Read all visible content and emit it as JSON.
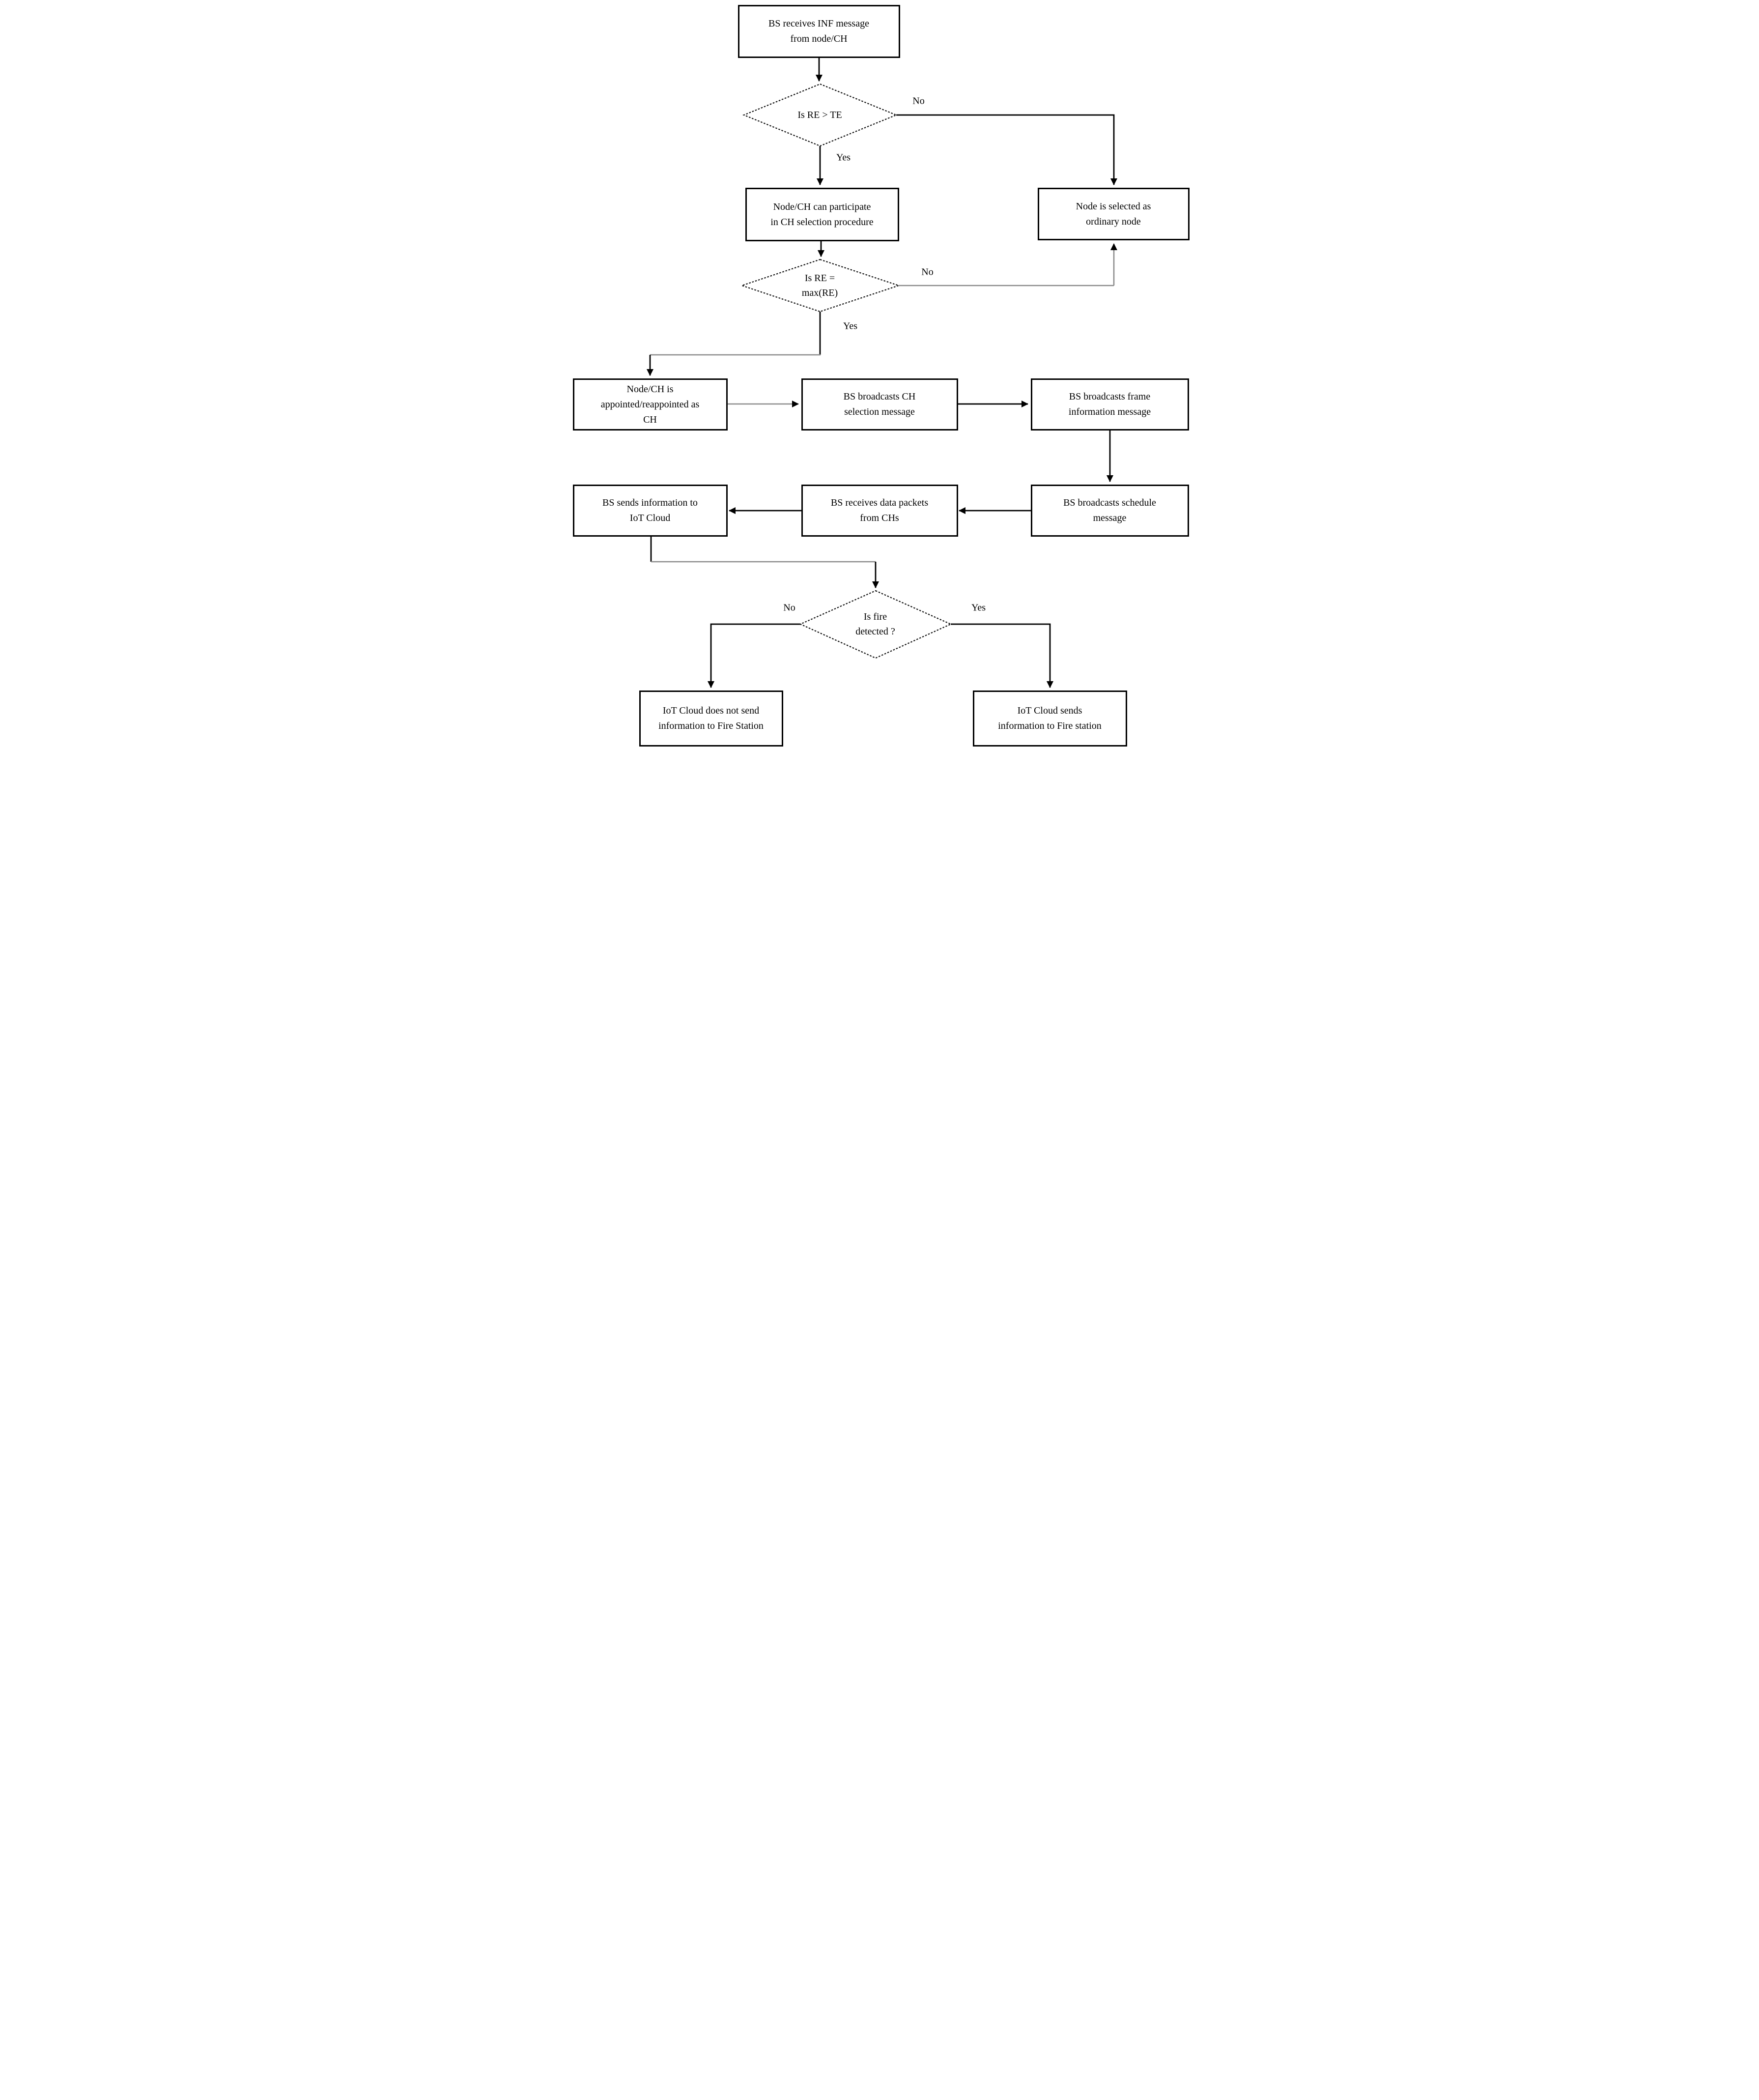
{
  "flowchart": {
    "nodes": {
      "start": {
        "label": "BS receives INF message\nfrom node/CH"
      },
      "decision_re_te": {
        "label": "Is RE > TE"
      },
      "participate": {
        "label": "Node/CH can participate\nin CH selection procedure"
      },
      "ordinary": {
        "label": "Node is selected as\nordinary node"
      },
      "decision_re_max": {
        "label": "Is RE =\nmax(RE)"
      },
      "appointed": {
        "label": "Node/CH is\nappointed/reappointed as\nCH"
      },
      "ch_selection": {
        "label": "BS broadcasts CH\nselection message"
      },
      "frame_info": {
        "label": "BS broadcasts frame\ninformation message"
      },
      "schedule": {
        "label": "BS broadcasts schedule\nmessage"
      },
      "data_packets": {
        "label": "BS receives data packets\nfrom CHs"
      },
      "iot_cloud": {
        "label": "BS sends information to\nIoT Cloud"
      },
      "decision_fire": {
        "label": "Is fire\ndetected ?"
      },
      "no_fire": {
        "label": "IoT Cloud does not send\ninformation to Fire Station"
      },
      "fire": {
        "label": "IoT Cloud sends\ninformation to Fire station"
      }
    },
    "labels": {
      "d1_yes": "Yes",
      "d1_no": "No",
      "d2_yes": "Yes",
      "d2_no": "No",
      "d3_yes": "Yes",
      "d3_no": "No"
    },
    "edges": [
      {
        "from": "start",
        "to": "decision_re_te",
        "label": ""
      },
      {
        "from": "decision_re_te",
        "to": "participate",
        "label": "Yes"
      },
      {
        "from": "decision_re_te",
        "to": "ordinary",
        "label": "No"
      },
      {
        "from": "participate",
        "to": "decision_re_max",
        "label": ""
      },
      {
        "from": "decision_re_max",
        "to": "appointed",
        "label": "Yes"
      },
      {
        "from": "decision_re_max",
        "to": "ordinary",
        "label": "No"
      },
      {
        "from": "appointed",
        "to": "ch_selection",
        "label": ""
      },
      {
        "from": "ch_selection",
        "to": "frame_info",
        "label": ""
      },
      {
        "from": "frame_info",
        "to": "schedule",
        "label": ""
      },
      {
        "from": "schedule",
        "to": "data_packets",
        "label": ""
      },
      {
        "from": "data_packets",
        "to": "iot_cloud",
        "label": ""
      },
      {
        "from": "iot_cloud",
        "to": "decision_fire",
        "label": ""
      },
      {
        "from": "decision_fire",
        "to": "no_fire",
        "label": "No"
      },
      {
        "from": "decision_fire",
        "to": "fire",
        "label": "Yes"
      }
    ],
    "colors": {
      "line_black": "#000000",
      "line_gray": "#8c8c8c",
      "background": "#ffffff",
      "text": "#000000"
    }
  }
}
